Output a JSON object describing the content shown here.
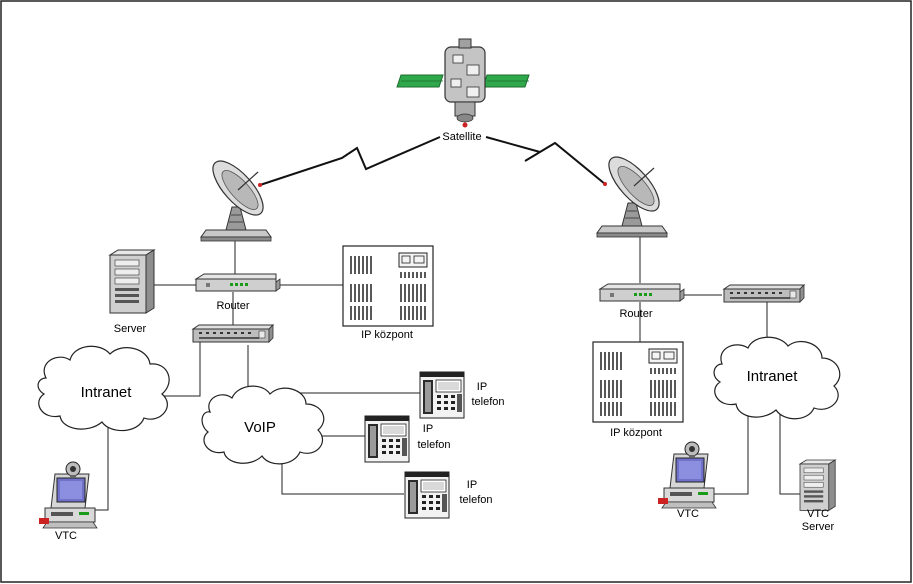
{
  "diagram": {
    "satellite": {
      "label": "Satellite",
      "icon": "satellite-icon"
    },
    "left_site": {
      "router": {
        "label": "Router",
        "icon": "router-icon"
      },
      "server": {
        "label": "Server",
        "icon": "server-tower-icon"
      },
      "pbx": {
        "label": "IP központ",
        "icon": "pbx-cabinet-icon"
      },
      "intranet": {
        "label": "Intranet",
        "icon": "cloud-icon"
      },
      "voip": {
        "label": "VoIP",
        "icon": "cloud-icon"
      },
      "vtc": {
        "label": "VTC",
        "icon": "vtc-workstation-icon"
      },
      "phones": [
        {
          "line1": "IP",
          "line2": "telefon"
        },
        {
          "line1": "IP",
          "line2": "telefon"
        },
        {
          "line1": "IP",
          "line2": "telefon"
        }
      ]
    },
    "right_site": {
      "router": {
        "label": "Router",
        "icon": "router-icon"
      },
      "pbx": {
        "label": "IP központ",
        "icon": "pbx-cabinet-icon"
      },
      "intranet": {
        "label": "Intranet",
        "icon": "cloud-icon"
      },
      "vtc": {
        "label": "VTC",
        "icon": "vtc-workstation-icon"
      },
      "vtc_server": {
        "line1": "VTC",
        "line2": "Server"
      }
    }
  }
}
